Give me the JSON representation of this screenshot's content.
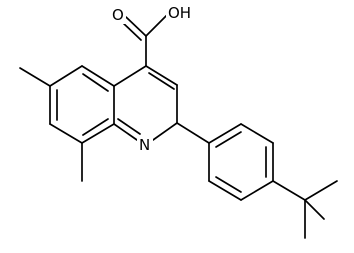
{
  "molecule": {
    "atom_labels": {
      "oxygen_carbonyl": "O",
      "hydroxyl": "OH",
      "ring_nitrogen": "N"
    }
  },
  "colors": {
    "bond": "#000000",
    "background": "#ffffff"
  }
}
